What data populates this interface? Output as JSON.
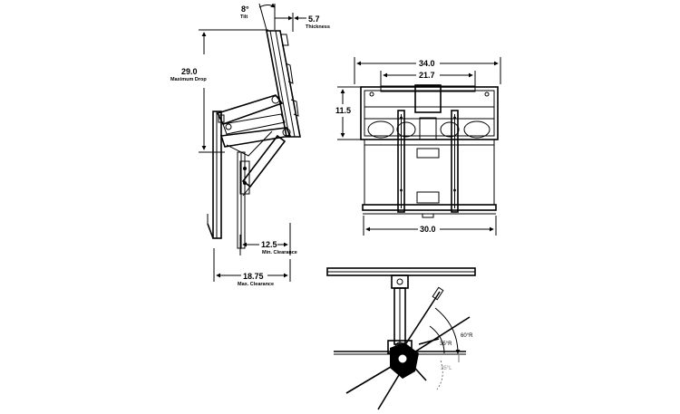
{
  "side_view": {
    "tilt": {
      "value": "8°",
      "label": "Tilt"
    },
    "thickness": {
      "value": "5.7",
      "label": "Thickness"
    },
    "max_drop": {
      "value": "29.0",
      "label": "Maximum Drop"
    },
    "min_clearance": {
      "value": "12.5",
      "label": "Min. Clearance"
    },
    "max_clearance": {
      "value": "18.75",
      "label": "Max. Clearance"
    }
  },
  "front_view": {
    "width_overall": "34.0",
    "width_inner": "21.7",
    "height": "11.5",
    "width_bottom": "30.0"
  },
  "top_view": {
    "angle_right": "60°R",
    "angle_mid": "35°R",
    "angle_left": "35°L"
  }
}
